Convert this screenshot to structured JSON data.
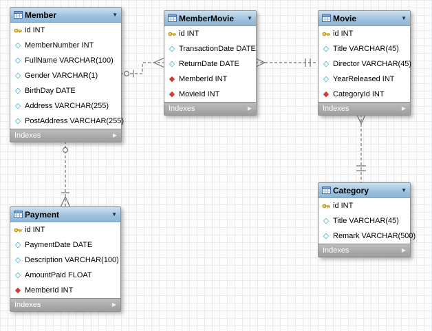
{
  "diagram": {
    "tool": "eer-diagram",
    "colors": {
      "header_blue": "#9cc0dd",
      "footer_gray": "#9d9d9d",
      "grid": "#e8ecef",
      "key_icon": "#f0c419",
      "column_icon": "#1ba3c9",
      "foreign_key_icon": "#cf3b3b",
      "connector": "#6f6f6f"
    },
    "tables": [
      {
        "title": "Member",
        "footer": "Indexes",
        "fields": [
          {
            "label": "id INT",
            "icon": "key-icon"
          },
          {
            "label": "MemberNumber INT",
            "icon": "column-icon"
          },
          {
            "label": "FullName VARCHAR(100)",
            "icon": "column-icon"
          },
          {
            "label": "Gender VARCHAR(1)",
            "icon": "column-icon"
          },
          {
            "label": "BirthDay DATE",
            "icon": "column-icon"
          },
          {
            "label": "Address VARCHAR(255)",
            "icon": "column-icon"
          },
          {
            "label": "PostAddress VARCHAR(255)",
            "icon": "column-icon"
          }
        ]
      },
      {
        "title": "MemberMovie",
        "footer": "Indexes",
        "fields": [
          {
            "label": "id INT",
            "icon": "key-icon"
          },
          {
            "label": "TransactionDate DATE",
            "icon": "column-icon"
          },
          {
            "label": "ReturnDate DATE",
            "icon": "column-icon"
          },
          {
            "label": "MemberId INT",
            "icon": "foreign-key-icon"
          },
          {
            "label": "MovieId INT",
            "icon": "foreign-key-icon"
          }
        ]
      },
      {
        "title": "Movie",
        "footer": "Indexes",
        "fields": [
          {
            "label": "id INT",
            "icon": "key-icon"
          },
          {
            "label": "Title VARCHAR(45)",
            "icon": "column-icon"
          },
          {
            "label": "Director VARCHAR(45)",
            "icon": "column-icon"
          },
          {
            "label": "YearReleased INT",
            "icon": "column-icon"
          },
          {
            "label": "CategoryId INT",
            "icon": "foreign-key-icon"
          }
        ]
      },
      {
        "title": "Category",
        "footer": "Indexes",
        "fields": [
          {
            "label": "id INT",
            "icon": "key-icon"
          },
          {
            "label": "Title VARCHAR(45)",
            "icon": "column-icon"
          },
          {
            "label": "Remark VARCHAR(500)",
            "icon": "column-icon"
          }
        ]
      },
      {
        "title": "Payment",
        "footer": "Indexes",
        "fields": [
          {
            "label": "id INT",
            "icon": "key-icon"
          },
          {
            "label": "PaymentDate DATE",
            "icon": "column-icon"
          },
          {
            "label": "Description VARCHAR(100)",
            "icon": "column-icon"
          },
          {
            "label": "AmountPaid FLOAT",
            "icon": "column-icon"
          },
          {
            "label": "MemberId INT",
            "icon": "foreign-key-icon"
          }
        ]
      }
    ],
    "relationships": [
      {
        "from": "Member",
        "to": "MemberMovie",
        "from_end": "one-optional-circle",
        "to_end": "many-crow-foot",
        "style": "dashed"
      },
      {
        "from": "MemberMovie",
        "to": "Movie",
        "from_end": "many-crow-foot",
        "to_end": "one-mandatory-double-bar",
        "style": "dashed"
      },
      {
        "from": "Movie",
        "to": "Category",
        "from_end": "many-crow-foot",
        "to_end": "one-mandatory-double-bar",
        "style": "dashed"
      },
      {
        "from": "Member",
        "to": "Payment",
        "from_end": "one-optional-circle",
        "to_end": "many-crow-foot",
        "style": "dashed"
      }
    ]
  }
}
